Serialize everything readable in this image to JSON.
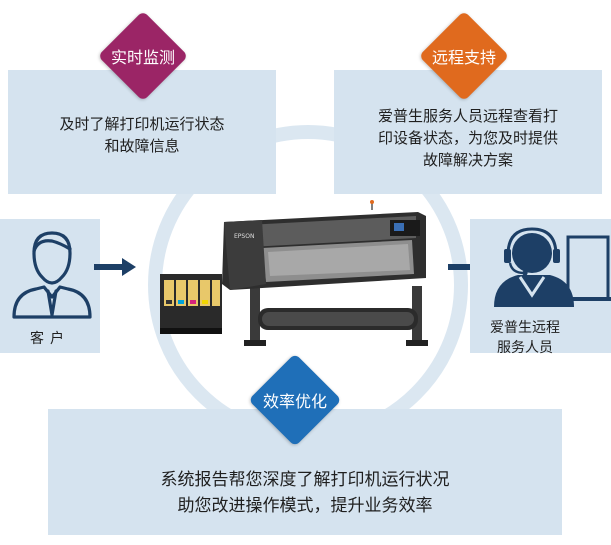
{
  "badges": {
    "monitor": {
      "label": "实时监测",
      "color": "#9b2566"
    },
    "remote": {
      "label": "远程支持",
      "color": "#e06a1e"
    },
    "efficiency": {
      "label": "效率优化",
      "color": "#1f6fb8"
    }
  },
  "boxes": {
    "monitor": {
      "lines": [
        "及时了解打印机运行状态",
        "和故障信息"
      ]
    },
    "remote": {
      "lines": [
        "爱普生服务人员远程查看打",
        "印设备状态，为您及时提供",
        "故障解决方案"
      ]
    },
    "efficiency": {
      "lines": [
        "系统报告帮您深度了解打印机运行状况",
        "助您改进操作模式，提升业务效率"
      ]
    }
  },
  "customer": {
    "label": "客户"
  },
  "service": {
    "lines": [
      "爱普生远程",
      "服务人员"
    ]
  },
  "printer": {
    "brand": "EPSON"
  },
  "colors": {
    "box_bg": "#d5e3ef",
    "ring": "#dbe7f1",
    "arrow": "#1d3f66",
    "person": "#1d3f66"
  }
}
